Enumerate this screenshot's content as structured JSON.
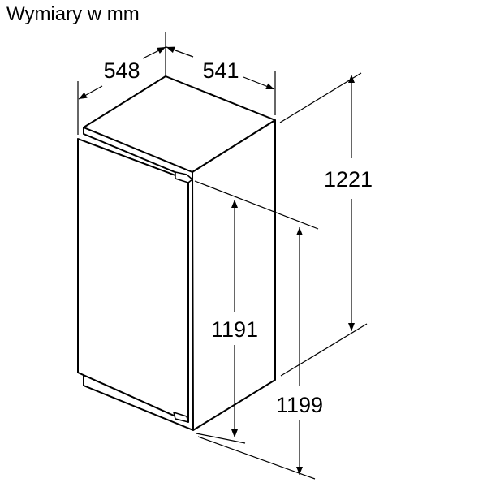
{
  "title": "Wymiary w mm",
  "dimensions": {
    "depth": "548",
    "width": "541",
    "height_total": "1221",
    "niche_min": "1191",
    "niche_max": "1199"
  }
}
